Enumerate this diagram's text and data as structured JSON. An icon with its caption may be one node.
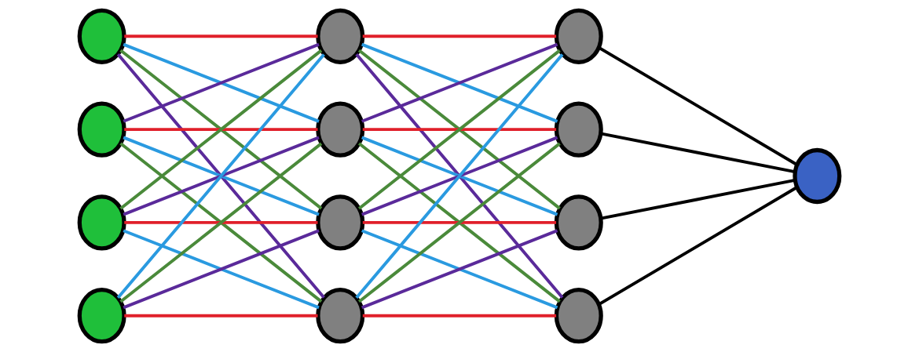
{
  "diagram": {
    "nodes": [
      {
        "text": [],
        "shape": "circle"
      },
      {
        "text": [],
        "shape": "circle"
      },
      {
        "text": [],
        "shape": "circle"
      },
      {
        "text": [],
        "shape": "circle"
      },
      {
        "text": [],
        "shape": "circle"
      },
      {
        "text": [],
        "shape": "circle"
      },
      {
        "text": [],
        "shape": "circle"
      },
      {
        "text": [],
        "shape": "circle"
      },
      {
        "text": [],
        "shape": "circle"
      },
      {
        "text": [],
        "shape": "circle"
      },
      {
        "text": [],
        "shape": "circle"
      },
      {
        "text": [],
        "shape": "circle"
      },
      {
        "text": [],
        "shape": "circle"
      }
    ],
    "edges": [
      {
        "from": 0,
        "to": 4,
        "arrow": "none",
        "color": "#e0202a"
      },
      {
        "from": 0,
        "to": 5,
        "arrow": "none",
        "color": "#2a9ae0"
      },
      {
        "from": 0,
        "to": 6,
        "arrow": "none",
        "color": "#4a8a3a"
      },
      {
        "from": 0,
        "to": 7,
        "arrow": "none",
        "color": "#5a2a9a"
      },
      {
        "from": 1,
        "to": 4,
        "arrow": "none",
        "color": "#5a2a9a"
      },
      {
        "from": 1,
        "to": 5,
        "arrow": "none",
        "color": "#e0202a"
      },
      {
        "from": 1,
        "to": 6,
        "arrow": "none",
        "color": "#2a9ae0"
      },
      {
        "from": 1,
        "to": 7,
        "arrow": "none",
        "color": "#4a8a3a"
      },
      {
        "from": 2,
        "to": 4,
        "arrow": "none",
        "color": "#4a8a3a"
      },
      {
        "from": 2,
        "to": 5,
        "arrow": "none",
        "color": "#5a2a9a"
      },
      {
        "from": 2,
        "to": 6,
        "arrow": "none",
        "color": "#e0202a"
      },
      {
        "from": 2,
        "to": 7,
        "arrow": "none",
        "color": "#2a9ae0"
      },
      {
        "from": 3,
        "to": 4,
        "arrow": "none",
        "color": "#2a9ae0"
      },
      {
        "from": 3,
        "to": 5,
        "arrow": "none",
        "color": "#4a8a3a"
      },
      {
        "from": 3,
        "to": 6,
        "arrow": "none",
        "color": "#5a2a9a"
      },
      {
        "from": 3,
        "to": 7,
        "arrow": "none",
        "color": "#e0202a"
      },
      {
        "from": 4,
        "to": 8,
        "arrow": "none",
        "color": "#e0202a"
      },
      {
        "from": 4,
        "to": 9,
        "arrow": "none",
        "color": "#2a9ae0"
      },
      {
        "from": 4,
        "to": 10,
        "arrow": "none",
        "color": "#4a8a3a"
      },
      {
        "from": 4,
        "to": 11,
        "arrow": "none",
        "color": "#5a2a9a"
      },
      {
        "from": 5,
        "to": 8,
        "arrow": "none",
        "color": "#5a2a9a"
      },
      {
        "from": 5,
        "to": 9,
        "arrow": "none",
        "color": "#e0202a"
      },
      {
        "from": 5,
        "to": 10,
        "arrow": "none",
        "color": "#2a9ae0"
      },
      {
        "from": 5,
        "to": 11,
        "arrow": "none",
        "color": "#4a8a3a"
      },
      {
        "from": 6,
        "to": 8,
        "arrow": "none",
        "color": "#4a8a3a"
      },
      {
        "from": 6,
        "to": 9,
        "arrow": "none",
        "color": "#5a2a9a"
      },
      {
        "from": 6,
        "to": 10,
        "arrow": "none",
        "color": "#e0202a"
      },
      {
        "from": 6,
        "to": 11,
        "arrow": "none",
        "color": "#2a9ae0"
      },
      {
        "from": 7,
        "to": 8,
        "arrow": "none",
        "color": "#2a9ae0"
      },
      {
        "from": 7,
        "to": 9,
        "arrow": "none",
        "color": "#4a8a3a"
      },
      {
        "from": 7,
        "to": 10,
        "arrow": "none",
        "color": "#5a2a9a"
      },
      {
        "from": 7,
        "to": 11,
        "arrow": "none",
        "color": "#e0202a"
      },
      {
        "from": 8,
        "to": 12,
        "arrow": "none",
        "color": "#000000"
      },
      {
        "from": 9,
        "to": 12,
        "arrow": "none",
        "color": "#000000"
      },
      {
        "from": 10,
        "to": 12,
        "arrow": "none",
        "color": "#000000"
      },
      {
        "from": 11,
        "to": 12,
        "arrow": "none",
        "color": "#000000"
      }
    ]
  }
}
